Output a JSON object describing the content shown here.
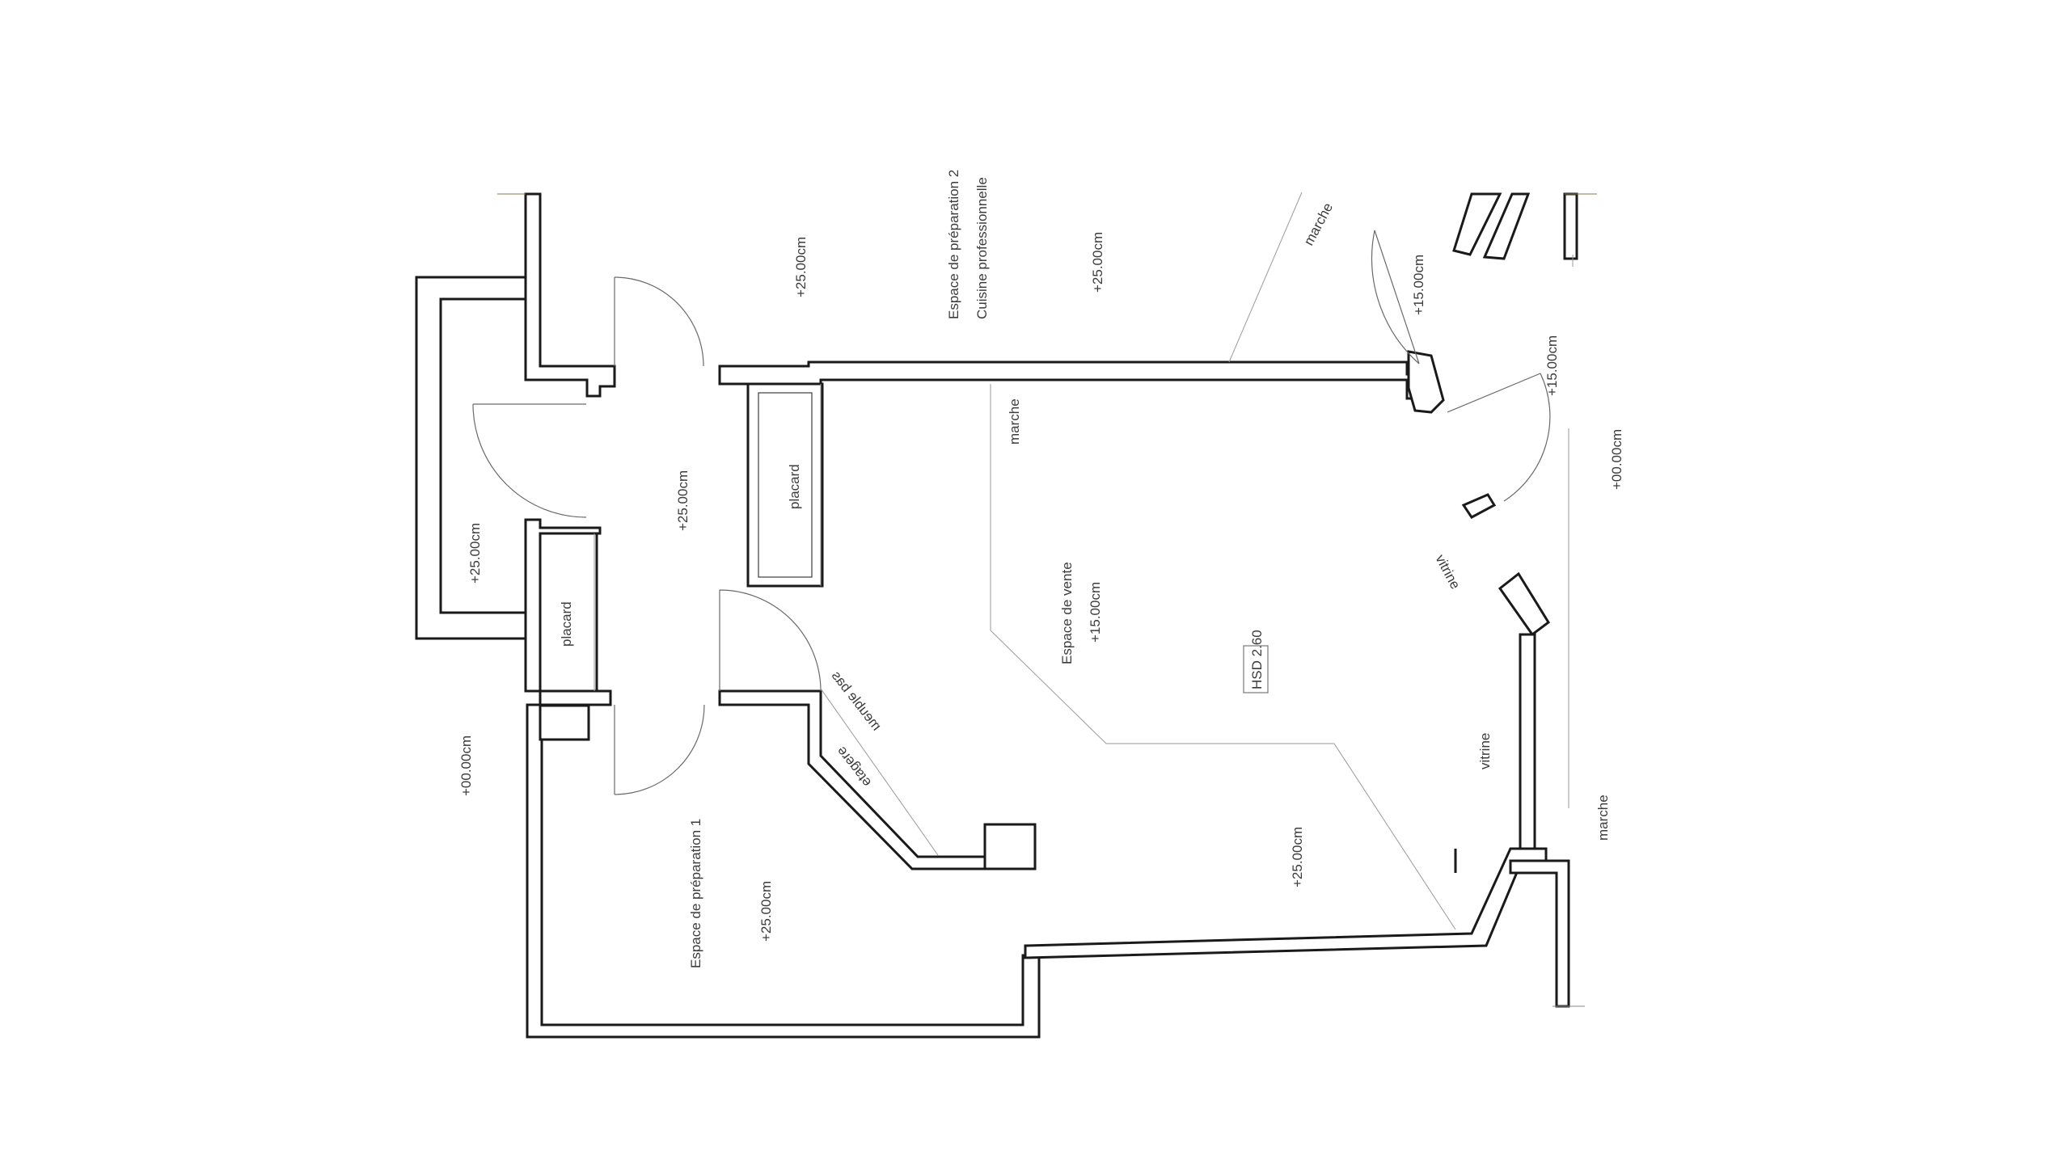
{
  "plan": {
    "rooms": {
      "prep2_title": "Espace de préparation 2",
      "prep2_subtitle": "Cuisine professionnelle",
      "vente_title": "Espace de vente",
      "vente_level": "+15.00cm",
      "prep1_title": "Espace de préparation 1",
      "prep1_level": "+25.00cm"
    },
    "levels": {
      "top_left": "+25.00cm",
      "top_right": "+25.00cm",
      "corridor": "+25.00cm",
      "left_room": "+25.00cm",
      "outside_left": "+00.00cm",
      "outside_right": "+00.00cm",
      "vente_lower": "+25.00cm",
      "door_top_left": "+15.00cm",
      "door_top_right": "+15.00cm"
    },
    "labels": {
      "placard_top": "placard",
      "placard_left": "placard",
      "marche_top": "marche",
      "marche_inner": "marche",
      "marche_right": "marche",
      "vitrine_upper": "vitrine",
      "vitrine_lower": "vitrine",
      "meuble_bas": "meuble bas",
      "etagere": "etagere",
      "hsd": "HSD 2.60"
    },
    "colors": {
      "wall": "#1a1a1a",
      "annotation": "#3c3c3c"
    }
  }
}
